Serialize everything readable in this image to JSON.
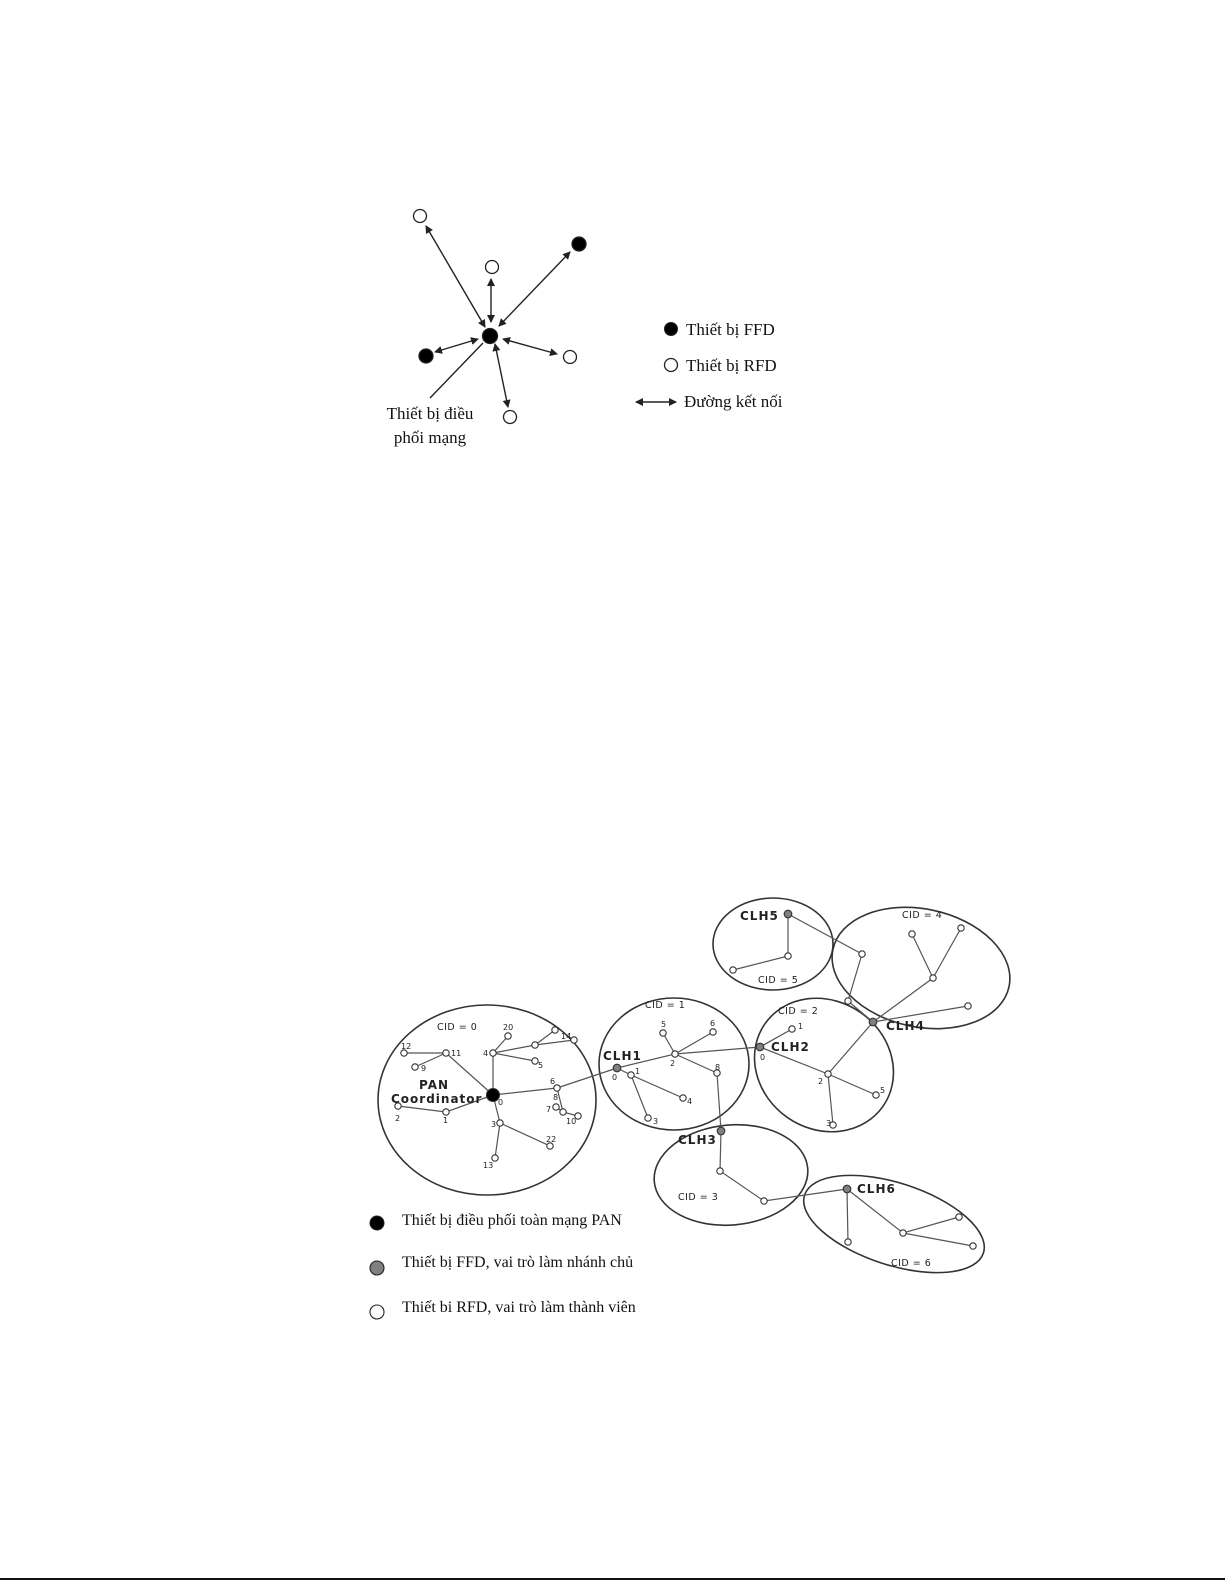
{
  "figure1": {
    "coordinator_label_line1": "Thiết bị điều",
    "coordinator_label_line2": "phối mạng",
    "legend": {
      "ffd": "Thiết bị FFD",
      "rfd": "Thiết bị RFD",
      "link": "Đường kết nối"
    },
    "colors": {
      "ffd": "#000000",
      "rfd": "#ffffff",
      "stroke": "#222222"
    }
  },
  "figure2": {
    "pan_label_line1": "PAN",
    "pan_label_line2": "Coordinator",
    "clusters": [
      {
        "cid_label": "CID = 0"
      },
      {
        "cid_label": "CID = 1",
        "head_label": "CLH1"
      },
      {
        "cid_label": "CID = 2",
        "head_label": "CLH2"
      },
      {
        "cid_label": "CID = 3",
        "head_label": "CLH3"
      },
      {
        "cid_label": "CID = 4",
        "head_label": "CLH4"
      },
      {
        "cid_label": "CID = 5",
        "head_label": "CLH5"
      },
      {
        "cid_label": "CID = 6",
        "head_label": "CLH6"
      }
    ],
    "node_numbers": {
      "c0": [
        "12",
        "11",
        "9",
        "20",
        "14",
        "4",
        "5",
        "6",
        "8",
        "7",
        "10",
        "0",
        "2",
        "1",
        "3",
        "22",
        "13"
      ],
      "c1": [
        "5",
        "6",
        "0",
        "1",
        "2",
        "4",
        "3",
        "8"
      ],
      "c2": [
        "1",
        "0",
        "2",
        "5",
        "3"
      ]
    },
    "legend": {
      "pan": "Thiết bị điều phối toàn mạng PAN",
      "ffd": "Thiết bị FFD, vai trò làm nhánh chủ",
      "rfd": "Thiết bi RFD, vai trò làm thành viên"
    },
    "colors": {
      "pan": "#000000",
      "ffd": "#808080",
      "rfd": "#ffffff",
      "line": "#555555"
    }
  }
}
